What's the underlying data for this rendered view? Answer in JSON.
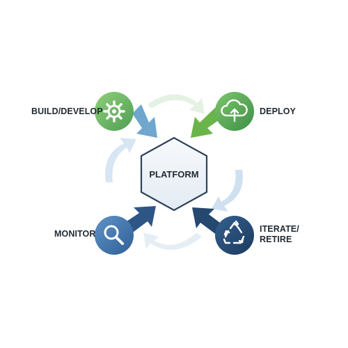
{
  "diagram": {
    "center": {
      "label": "PLATFORM"
    },
    "nodes": [
      {
        "id": "build",
        "label": "BUILD/DEVELOP",
        "icon": "gear-icon",
        "color": "#5aaa74"
      },
      {
        "id": "deploy",
        "label": "DEPLOY",
        "icon": "cloud-upload-icon",
        "color": "#63ad64"
      },
      {
        "id": "monitor",
        "label": "MONITOR",
        "icon": "magnifier-icon",
        "color": "#3f74ad"
      },
      {
        "id": "iterate",
        "label": "ITERATE/RETIRE",
        "label_line1": "ITERATE/",
        "label_line2": "RETIRE",
        "icon": "recycle-icon",
        "color": "#264a75"
      }
    ]
  },
  "stock_id": "1934739262",
  "colors": {
    "center_border": "#2e4259",
    "center_fill": "#eef2f8",
    "arrow_light_blue": "#6fa7cf",
    "arrow_green": "#6ab449",
    "arrow_dark_blue": "#29517c",
    "arrow_mid_blue": "#3a6ea5"
  }
}
